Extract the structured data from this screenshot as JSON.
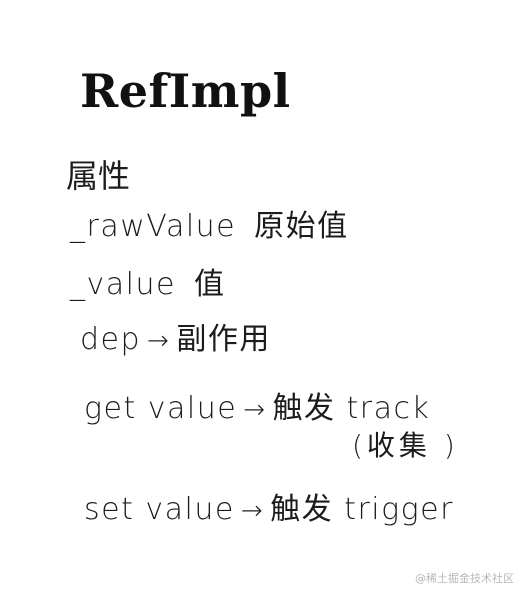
{
  "title": "RefImpl",
  "notes": {
    "properties_heading": "属性",
    "rawvalue": {
      "name": "_rawValue",
      "desc": "原始值"
    },
    "value": {
      "name": "_value",
      "desc": "值"
    },
    "dep": {
      "name": "dep",
      "arrow": "→",
      "desc": "副作用"
    },
    "get": {
      "name": "get value",
      "arrow": "→",
      "desc": "触发 track",
      "note": "(收集 )"
    },
    "set": {
      "name": "set value",
      "arrow": "→",
      "desc": "触发 trigger"
    }
  },
  "watermark": "@稀土掘金技术社区"
}
